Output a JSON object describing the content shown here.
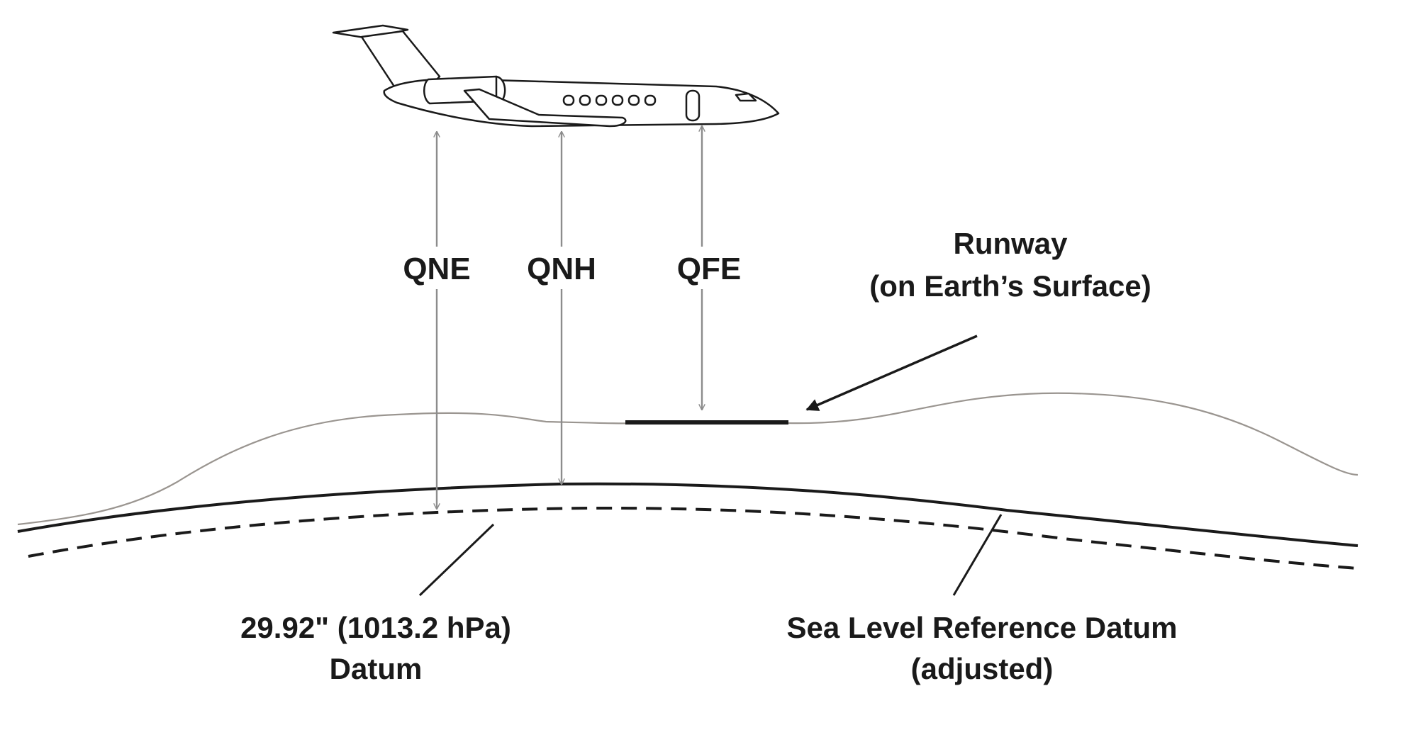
{
  "labels": {
    "qne": "QNE",
    "qnh": "QNH",
    "qfe": "QFE",
    "runway_line1": "Runway",
    "runway_line2": "(on Earth’s Surface)",
    "std_datum_line1": "29.92\" (1013.2 hPa)",
    "std_datum_line2": "Datum",
    "sea_level_line1": "Sea Level Reference Datum",
    "sea_level_line2": "(adjusted)"
  },
  "colors": {
    "background": "#ffffff",
    "ink": "#1a1a1a",
    "terrain": "#9a9590",
    "arrow": "#8c8c8c"
  }
}
